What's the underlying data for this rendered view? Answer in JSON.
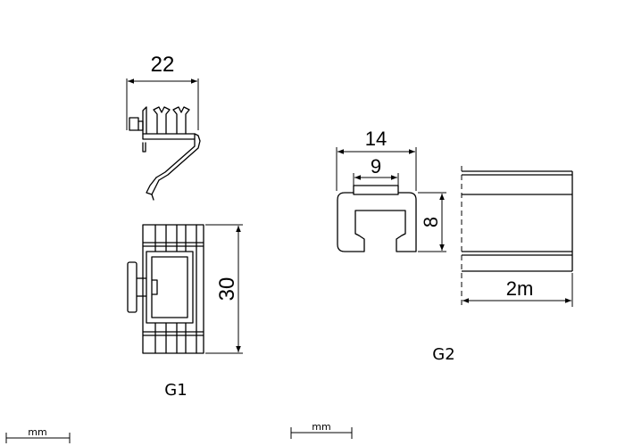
{
  "colors": {
    "stroke": "#000000",
    "background": "#ffffff",
    "dimension_fill": "#ffffff"
  },
  "g1": {
    "caption": "G1",
    "dim_width": "22",
    "dim_height": "30"
  },
  "g2": {
    "caption": "G2",
    "dim_outer_width": "14",
    "dim_inner_width": "9",
    "dim_height": "8",
    "dim_length": "2m"
  },
  "scale_bars": [
    {
      "unit": "mm"
    },
    {
      "unit": "mm"
    }
  ]
}
